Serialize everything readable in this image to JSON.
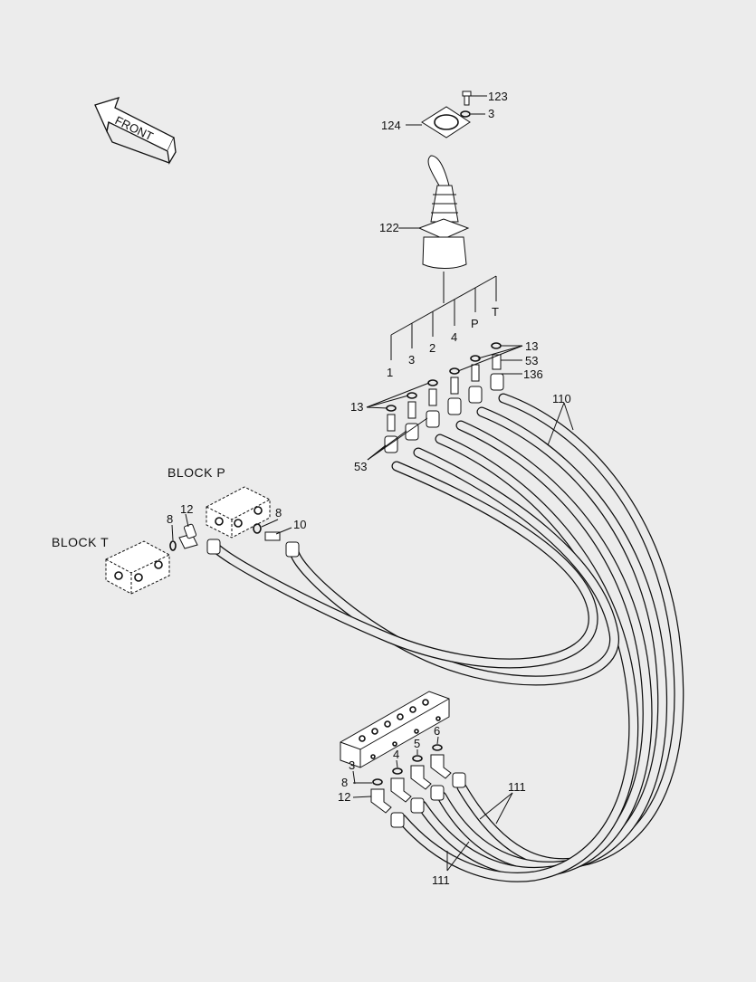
{
  "diagram": {
    "front_label": "FRONT",
    "block_p_label": "BLOCK  P",
    "block_t_label": "BLOCK  T",
    "port_labels": [
      "1",
      "3",
      "2",
      "4",
      "P",
      "T"
    ],
    "valve_port_labels": [
      "3",
      "4",
      "5",
      "6"
    ],
    "callouts": {
      "c123": "123",
      "c3_top": "3",
      "c124": "124",
      "c122": "122",
      "c13_right": "13",
      "c53_right": "53",
      "c136": "136",
      "c110": "110",
      "c13_left": "13",
      "c53_left": "53",
      "c12_block": "12",
      "c8_block_t": "8",
      "c8_block_p": "8",
      "c10": "10",
      "c8_valve": "8",
      "c12_valve": "12",
      "c111_right": "111",
      "c111_bottom": "111"
    }
  },
  "colors": {
    "background": "#ececec",
    "line": "#111111",
    "part_fill": "#ffffff"
  }
}
